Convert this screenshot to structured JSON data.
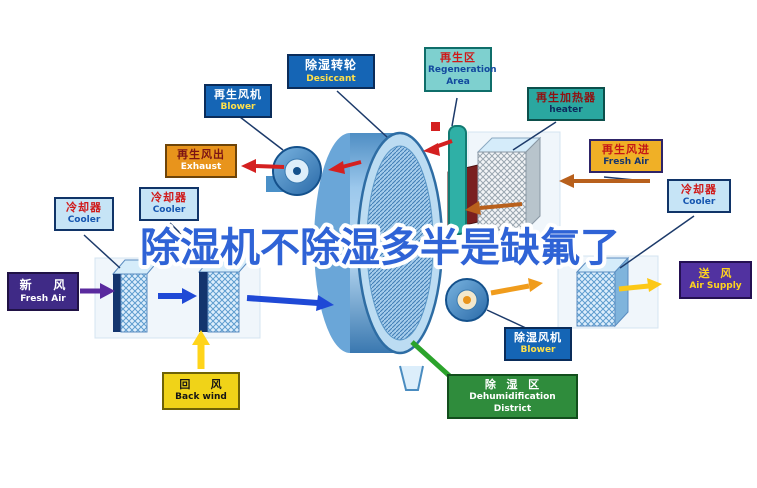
{
  "watermark": "除湿机不除湿多半是缺氟了",
  "colors": {
    "watermark_fill": "#2f63d6",
    "watermark_stroke": "#ffffff",
    "arrow_red": "#d42020",
    "arrow_brown": "#b8601c",
    "arrow_orange": "#f09c1c",
    "arrow_gold": "#fcc816",
    "arrow_yellow": "#ffd41a",
    "arrow_purple": "#5a2a9e",
    "arrow_blue": "#1f49d6",
    "connector_green": "#2ba32b",
    "wheel_blue": "#3a78b0"
  },
  "labels": {
    "regen_blower": {
      "zh": "再生风机",
      "en": "Blower"
    },
    "desiccant_wheel": {
      "zh": "除湿转轮",
      "en": "Desiccant"
    },
    "regeneration_area": {
      "zh": "再生区",
      "en": "Regeneration Area"
    },
    "regen_heater": {
      "zh": "再生加热器",
      "en": "heater"
    },
    "exhaust_out": {
      "zh": "再生风出",
      "en": "Exhaust"
    },
    "regen_fresh_air": {
      "zh": "再生风进",
      "en": "Fresh Air"
    },
    "cooler_left": {
      "zh": "冷却器",
      "en": "Cooler"
    },
    "cooler_mid": {
      "zh": "冷却器",
      "en": "Cooler"
    },
    "cooler_right": {
      "zh": "冷却器",
      "en": "Cooler"
    },
    "fresh_air_in": {
      "zh": "新    风",
      "en": "Fresh Air"
    },
    "air_supply": {
      "zh": "送  风",
      "en": "Air Supply"
    },
    "back_wind": {
      "zh": "回    风",
      "en": "Back wind"
    },
    "dehumid_blower": {
      "zh": "除湿风机",
      "en": "Blower"
    },
    "dehumid_area": {
      "zh": "除  湿  区",
      "en": "Dehumidification District"
    }
  }
}
